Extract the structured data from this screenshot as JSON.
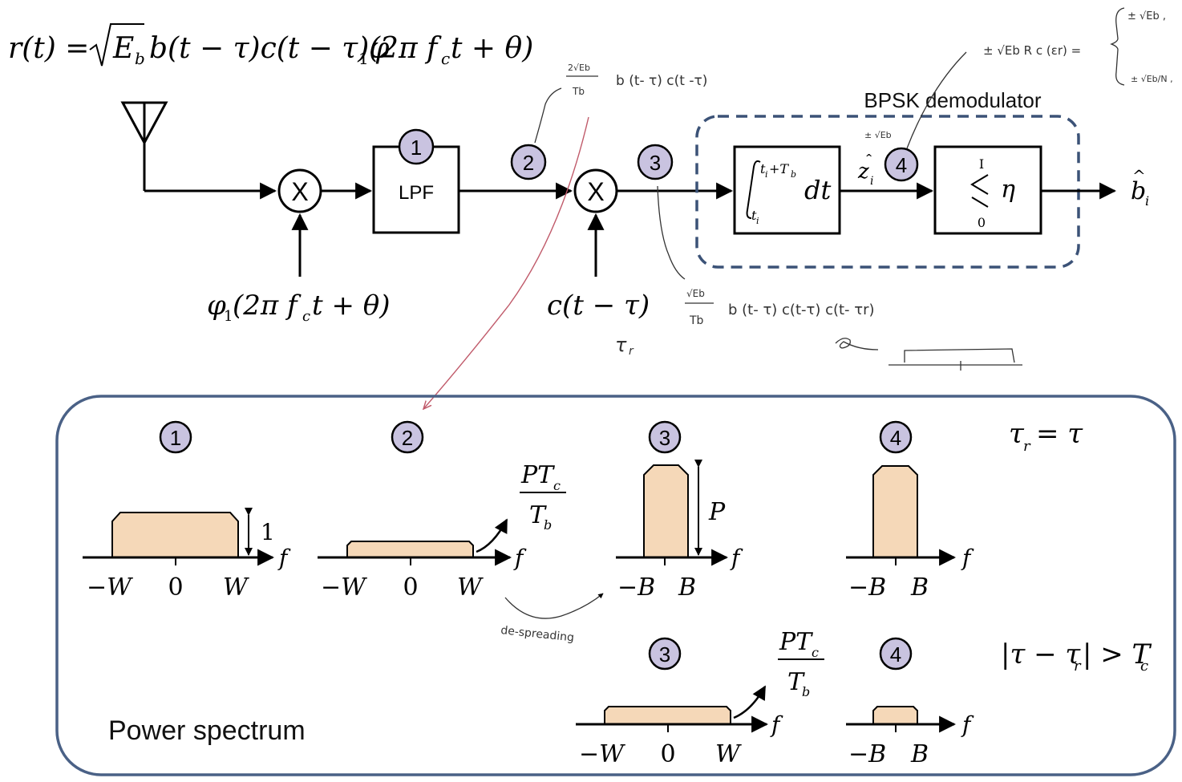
{
  "equation": {
    "lhs": "r(t) =",
    "sqrt_arg": "E",
    "sqrt_sub": "b",
    "rest": "b(t − τ)c(t − τ)φ",
    "phi_sub": "1",
    "phi_arg": "(2π f",
    "fc_sub": "c",
    "tail": "t + θ)"
  },
  "blocks": {
    "lpf": "LPF",
    "mixer_symbol": "X",
    "integrator_upper": "t",
    "integrator_upper_sub": "i",
    "integrator_upper_plus": "+T",
    "integrator_upper_tb": "b",
    "integrator_lower": "t",
    "integrator_lower_sub": "i",
    "integrator_dt": "dt",
    "decision_upper": "I",
    "decision_lower": "0",
    "decision_eta": "η",
    "demod_title": "BPSK demodulator",
    "output_b": "b",
    "output_i": "i",
    "z": "z",
    "z_sub": "i"
  },
  "inputs": {
    "osc_phi": "φ",
    "osc_sub": "1",
    "osc_arg": "(2π f",
    "osc_fc": "c",
    "osc_tail": "t + θ)",
    "code": "c(t − τ)",
    "code_hand": "τ",
    "code_hand_sub": "r"
  },
  "markers": [
    "1",
    "2",
    "3",
    "4"
  ],
  "annotations": {
    "a2_num": "2√Eb",
    "a2_den": "Tb",
    "a2_rest": "b (t- τ) c(t -τ)",
    "a3_num": "√Eb",
    "a3_den": "Tb",
    "a3_rest": "b (t- τ)   c(t-τ) c(t- τr)",
    "a4_left": "± √Eb R c (εr) =",
    "a4_top": "± √Eb ,",
    "a4_bot": "± √Eb/N ,",
    "z_hand": "± √Eb",
    "despreading": "de-spreading"
  },
  "spectrum": {
    "title": "Power spectrum",
    "cond_top_lhs": "τ",
    "cond_top_sub": "r",
    "cond_top_rhs": "= τ",
    "cond_bot_left": "|τ − τ",
    "cond_bot_sub": "r",
    "cond_bot_right": "| > T",
    "cond_bot_tc": "c",
    "label_f": "f",
    "label_W": "W",
    "label_negW": "−W",
    "label_B": "B",
    "label_negB": "−B",
    "label_zero": "0",
    "label_one": "1",
    "label_P": "P",
    "frac_num": "PT",
    "frac_num_sub": "c",
    "frac_den": "T",
    "frac_den_sub": "b"
  },
  "colors": {
    "fill_spectrum": "#f5d8b8",
    "marker_fill": "#c9c3e0",
    "demod_border": "#3b5277",
    "panel_border": "#4a6186",
    "pink_arrow": "#c05a6a"
  }
}
